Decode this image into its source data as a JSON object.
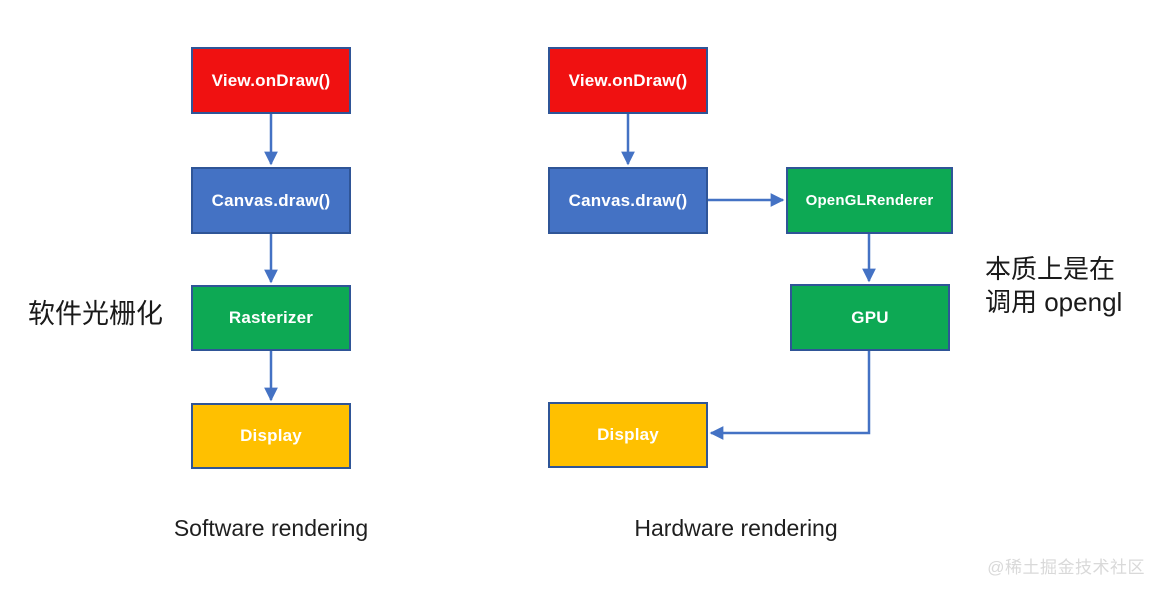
{
  "diagram": {
    "left_pipeline": {
      "side_label": "软件光栅化",
      "caption": "Software rendering",
      "nodes": {
        "view_ondraw": "View.onDraw()",
        "canvas_draw": "Canvas.draw()",
        "rasterizer": "Rasterizer",
        "display": "Display"
      }
    },
    "right_pipeline": {
      "note_line1": "本质上是在",
      "note_line2": "调用 opengl",
      "caption": "Hardware rendering",
      "nodes": {
        "view_ondraw": "View.onDraw()",
        "canvas_draw": "Canvas.draw()",
        "opengl_renderer": "OpenGLRenderer",
        "gpu": "GPU",
        "display": "Display"
      }
    },
    "watermark": "@稀土掘金技术社区",
    "colors": {
      "node_red": "#F01111",
      "node_blue": "#4472C4",
      "node_green": "#0DA954",
      "node_yellow": "#FFC000",
      "node_border": "#2F5597",
      "arrow": "#4472C4",
      "text": "#1a1a1a",
      "watermark": "#d9d9d9"
    }
  }
}
